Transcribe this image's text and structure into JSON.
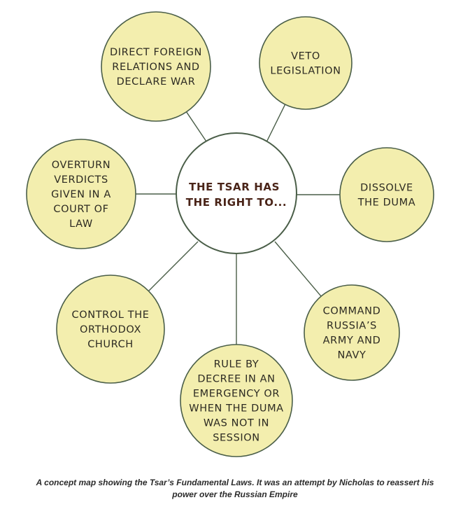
{
  "diagram": {
    "center": {
      "lines": [
        "THE TSAR HAS",
        "THE RIGHT TO..."
      ]
    },
    "nodes": [
      {
        "id": "foreign-relations",
        "lines": [
          "DIRECT FOREIGN",
          "RELATIONS AND",
          "DECLARE WAR"
        ]
      },
      {
        "id": "veto",
        "lines": [
          "VETO",
          "LEGISLATION"
        ]
      },
      {
        "id": "overturn-verdicts",
        "lines": [
          "OVERTURN",
          "VERDICTS",
          "GIVEN IN A",
          "COURT OF",
          "LAW"
        ]
      },
      {
        "id": "dissolve-duma",
        "lines": [
          "DISSOLVE",
          "THE DUMA"
        ]
      },
      {
        "id": "control-church",
        "lines": [
          "CONTROL THE",
          "ORTHODOX",
          "CHURCH"
        ]
      },
      {
        "id": "command-army",
        "lines": [
          "COMMAND",
          "RUSSIA’S",
          "ARMY AND",
          "NAVY"
        ]
      },
      {
        "id": "rule-by-decree",
        "lines": [
          "RULE BY",
          "DECREE IN AN",
          "EMERGENCY OR",
          "WHEN THE DUMA",
          "WAS NOT IN",
          "SESSION"
        ]
      }
    ],
    "colors": {
      "node_fill": "#f3eeae",
      "outline": "#4a5e48",
      "center_text": "#4a2418"
    }
  },
  "caption": {
    "line1": "A concept map showing the Tsar’s Fundamental Laws. It was an attempt by Nicholas to reassert his",
    "line2": "power over the Russian Empire"
  }
}
